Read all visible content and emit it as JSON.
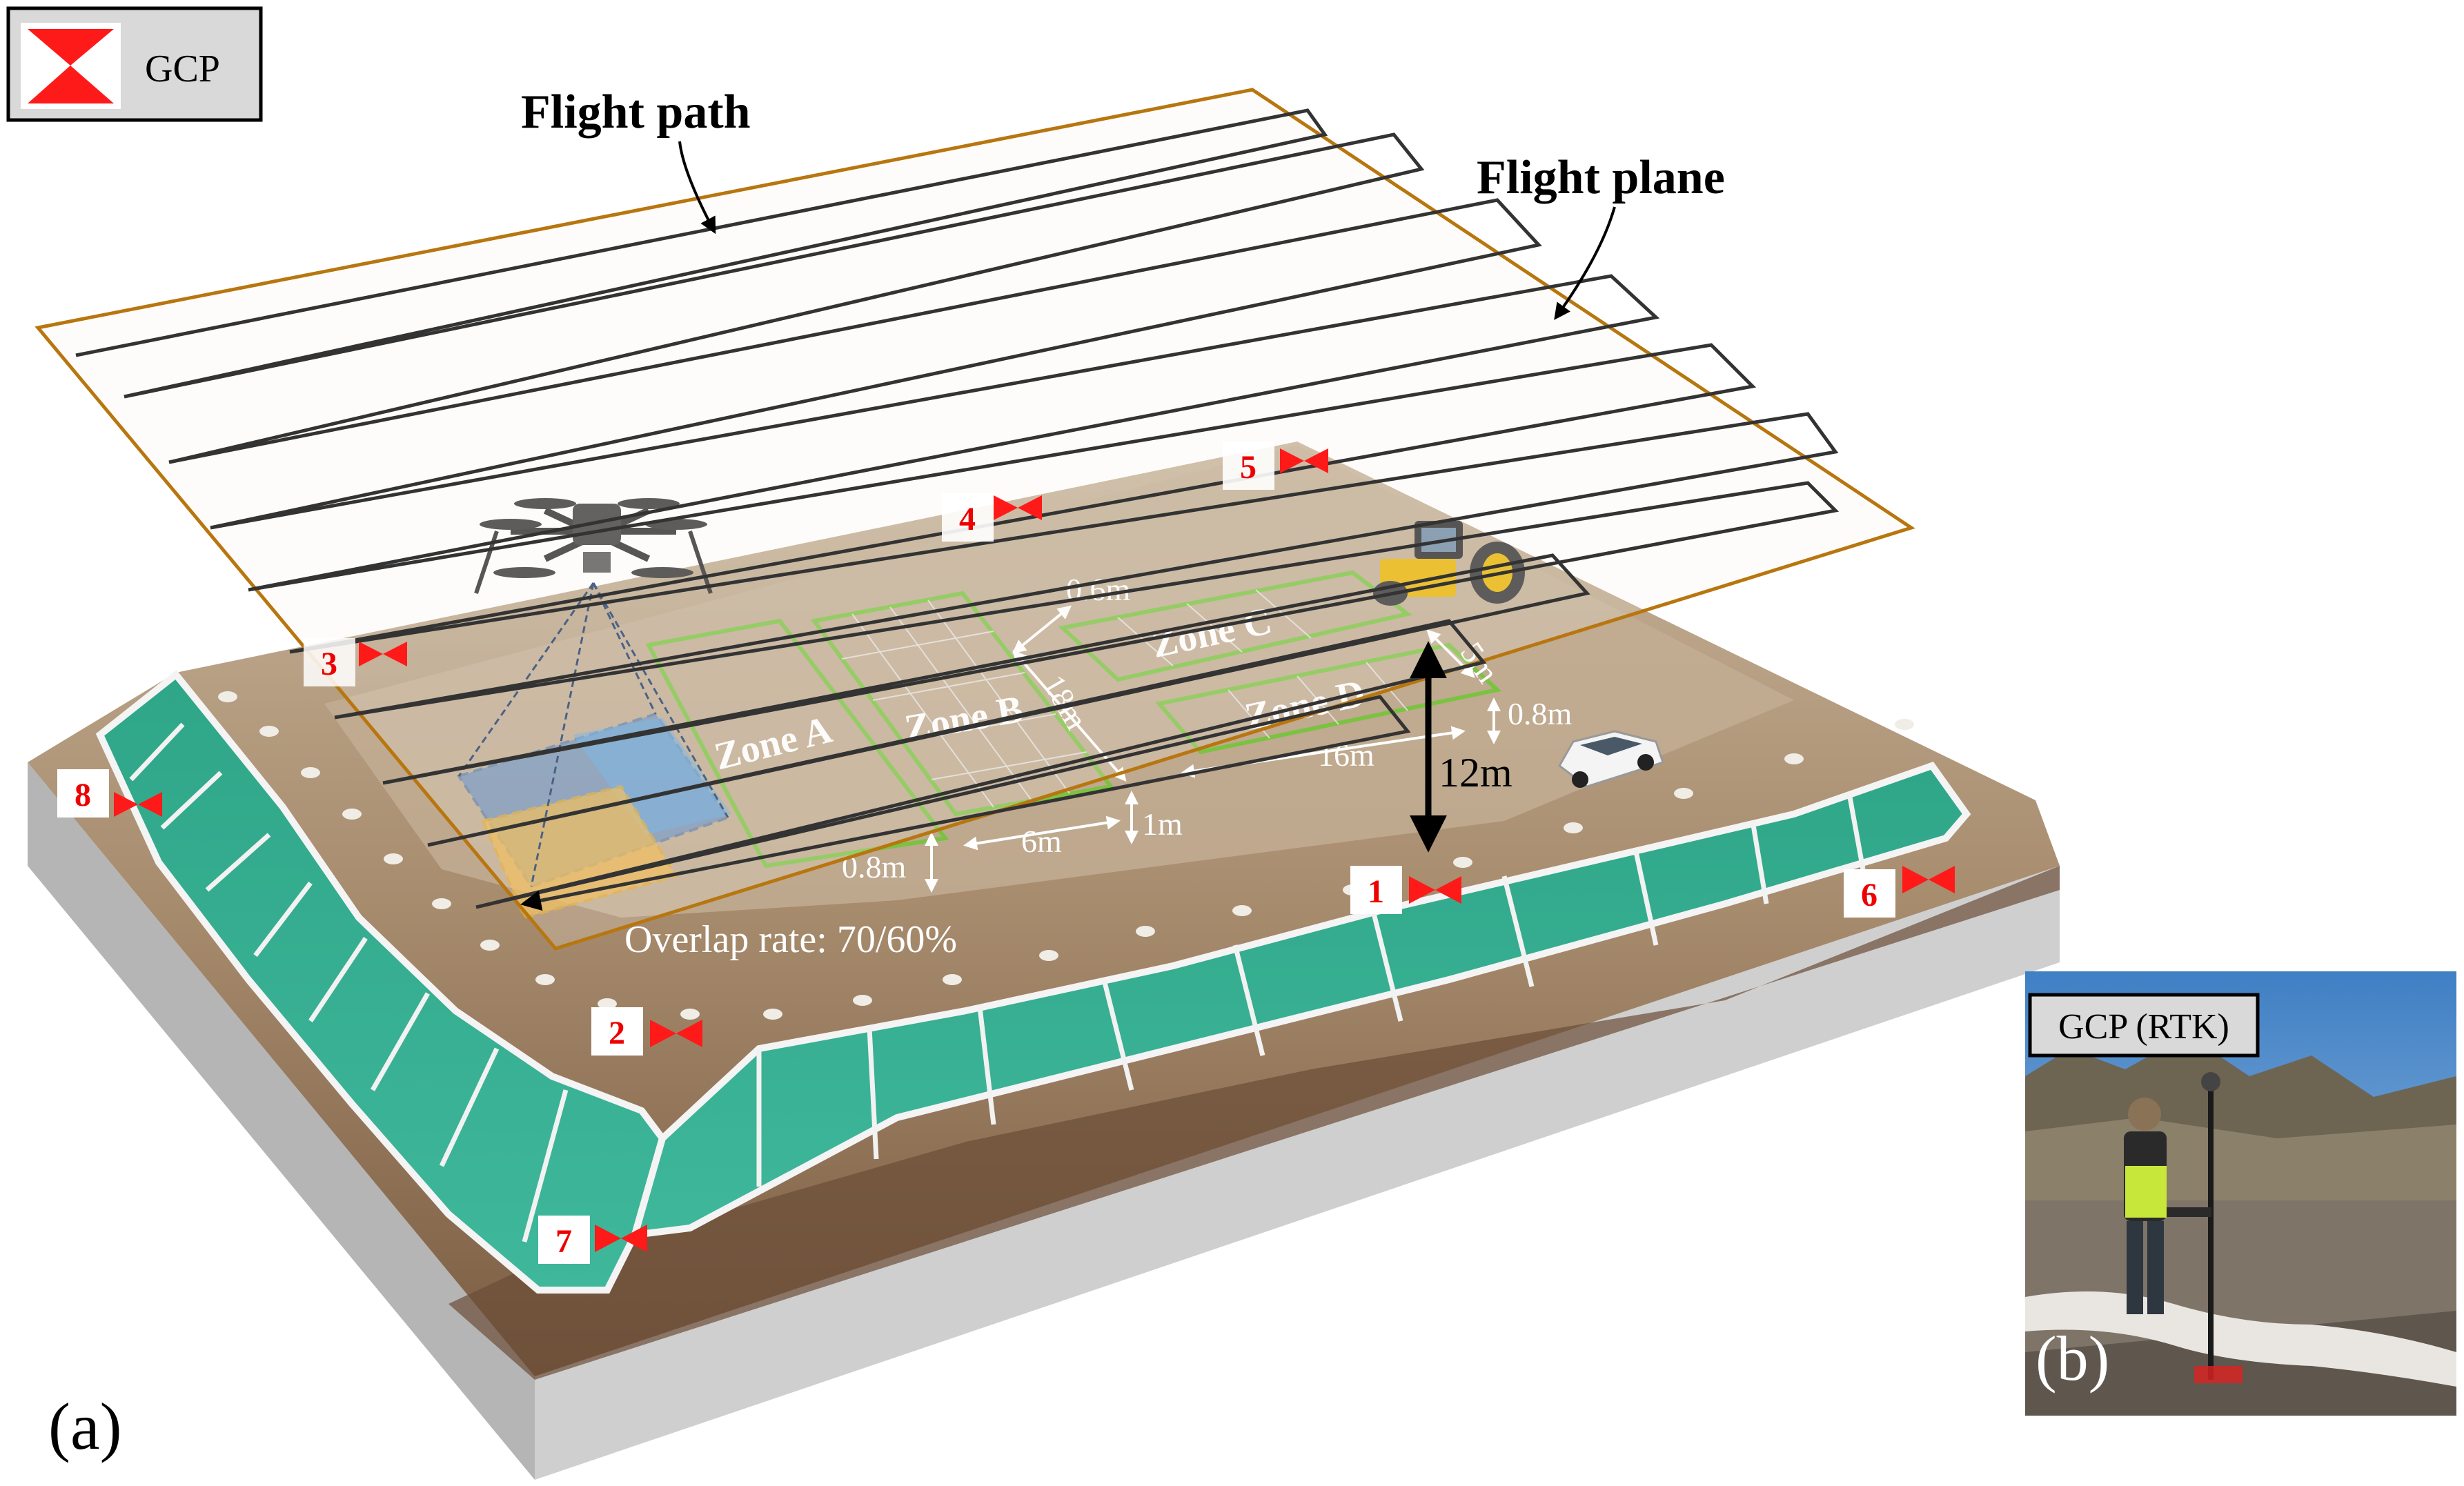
{
  "legend": {
    "gcp_label": "GCP"
  },
  "flight": {
    "path_label": "Flight path",
    "plane_label": "Flight plane",
    "height_label": "12m",
    "overlap_label": "Overlap rate: 70/60%"
  },
  "zones": {
    "a": "Zone A",
    "b": "Zone B",
    "c": "Zone C",
    "d": "Zone D"
  },
  "dimensions": {
    "d_0_6m": "0.6m",
    "d_18m": "18m",
    "d_5m": "5m",
    "d_0_8m_right": "0.8m",
    "d_16m": "16m",
    "d_1m": "1m",
    "d_6m": "6m",
    "d_0_8m_left": "0.8m"
  },
  "gcp_points": [
    "1",
    "2",
    "3",
    "4",
    "5",
    "6",
    "7",
    "8"
  ],
  "inset": {
    "title": "GCP (RTK)",
    "panel_label": "(b)"
  },
  "panel_a_label": "(a)",
  "colors": {
    "gcp_red": "#ff1a1a",
    "flight_plane": "#b8760f",
    "zone_outline": "#7cc242",
    "slope_green": "#2d9b80",
    "soil": "#8c6e52",
    "block_side": "#bdbdbd",
    "sky_blue": "#4f88c6",
    "vest_yellow": "#c7e83a"
  }
}
